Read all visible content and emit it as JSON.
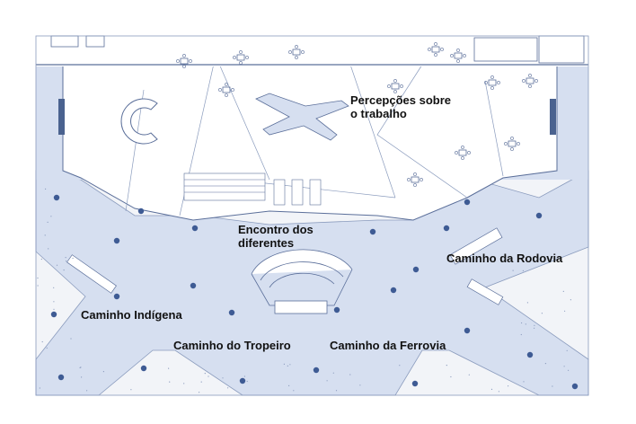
{
  "labels": {
    "percepcoes": "Percepções sobre o trabalho",
    "encontro": "Encontro dos diferentes",
    "rodovia": "Caminho da Rodovia",
    "indigena": "Caminho Indígena",
    "tropeiro": "Caminho do Tropeiro",
    "ferrovia": "Caminho da Ferrovia"
  },
  "colors": {
    "plaza_fill": "#d6dff0",
    "building_fill": "#ffffff",
    "line": "#5b6f9a",
    "dot_tree": "#3e5b94",
    "speckle_ground": "#eef1f6",
    "text": "#111111"
  },
  "icons": {
    "trees": "round-tree-symbol",
    "furniture": "table-chair-symbol",
    "amphitheater": "semicircular-steps",
    "sculpture": "x-shaped-bench"
  }
}
